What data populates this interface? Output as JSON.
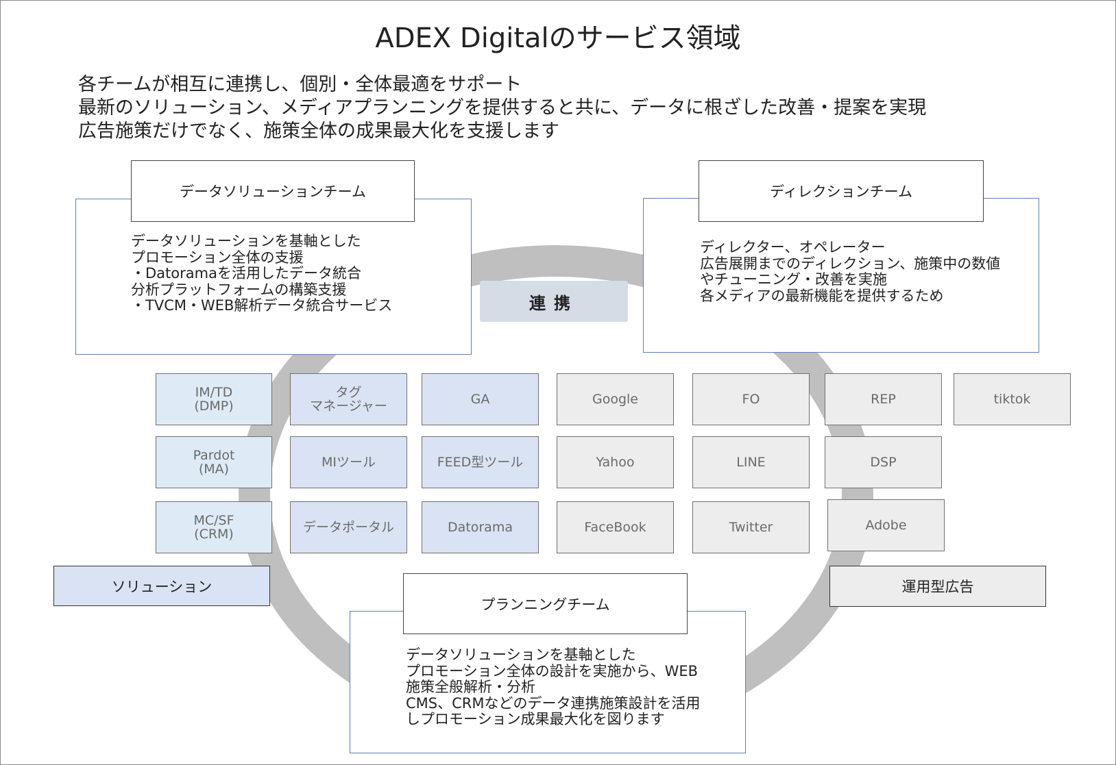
{
  "title": "ADEX Digitalのサービス領域",
  "intro": [
    "各チームが相互に連携し、個別・全体最適をサポート",
    "最新のソリューション、メディアプランニングを提供すると共に、データに根ざした改善・提案を実現",
    "広告施策だけでなく、施策全体の成果最大化を支援します"
  ],
  "center_label": "連携",
  "teams": {
    "data_solution": {
      "name": "データソリューションチーム",
      "lines": [
        "データソリューションを基軸とした",
        "プロモーション全体の支援",
        "・Datoramaを活用したデータ統合",
        "分析プラットフォームの構築支援",
        "・TVCM・WEB解析データ統合サービス"
      ]
    },
    "direction": {
      "name": "ディレクションチーム",
      "lines": [
        "ディレクター、オペレーター",
        "広告展開までのディレクション、施策中の数値",
        "やチューニング・改善を実施",
        "各メディアの最新機能を提供するため"
      ]
    },
    "planning": {
      "name": "プランニングチーム",
      "lines": [
        "データソリューションを基軸とした",
        "プロモーション全体の設計を実施から、WEB",
        "施策全般解析・分析",
        "CMS、CRMなどのデータ連携施策設計を活用",
        "しプロモーション成果最大化を図ります"
      ]
    }
  },
  "solution_tools": [
    "IM/TD\n(DMP)",
    "タグ\nマネージャー",
    "GA",
    "Pardot\n(MA)",
    "MIツール",
    "FEED型ツール",
    "MC/SF\n(CRM)",
    "データポータル",
    "Datorama"
  ],
  "ad_media": [
    "Google",
    "FO",
    "REP",
    "tiktok",
    "Yahoo",
    "LINE",
    "DSP",
    "FaceBook",
    "Twitter",
    "Adobe"
  ],
  "categories": {
    "solution": "ソリューション",
    "ads": "運用型広告"
  },
  "colors": {
    "ring": "#bfbfbf",
    "team_border": "#5b7fb5",
    "center_label_bg": "#d6dce5",
    "solution_tile_light": "#deebf7",
    "solution_tile": "#dae3f3",
    "ad_tile": "#ededed"
  }
}
